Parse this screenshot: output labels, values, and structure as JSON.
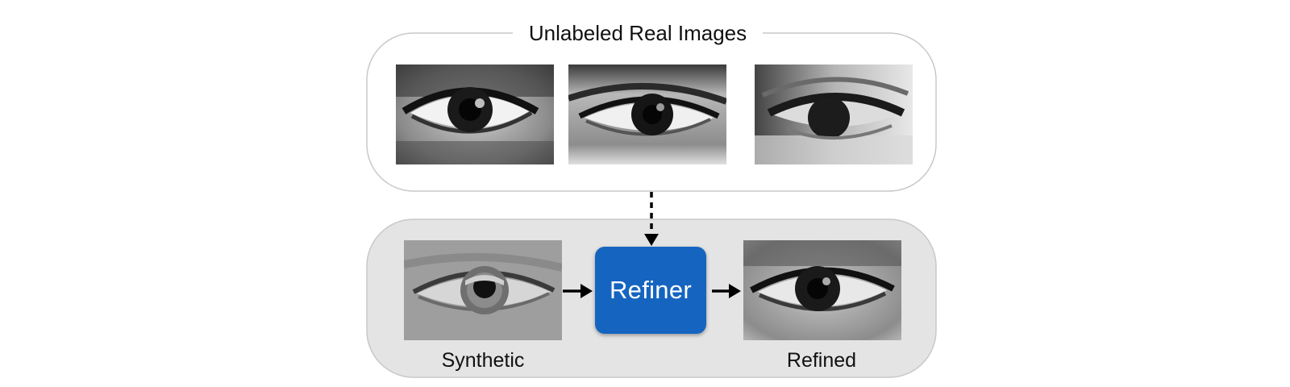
{
  "real_images_group": {
    "title": "Unlabeled Real Images",
    "images": [
      {
        "name": "real-eye-image-1"
      },
      {
        "name": "real-eye-image-2"
      },
      {
        "name": "real-eye-image-3"
      }
    ]
  },
  "pipeline": {
    "synthetic_caption": "Synthetic",
    "refiner_label": "Refiner",
    "refined_caption": "Refined",
    "refiner_color": "#1565c0"
  },
  "colors": {
    "group_border": "#c8c8c8",
    "pipeline_fill": "#e4e4e4",
    "arrow": "#000000"
  }
}
